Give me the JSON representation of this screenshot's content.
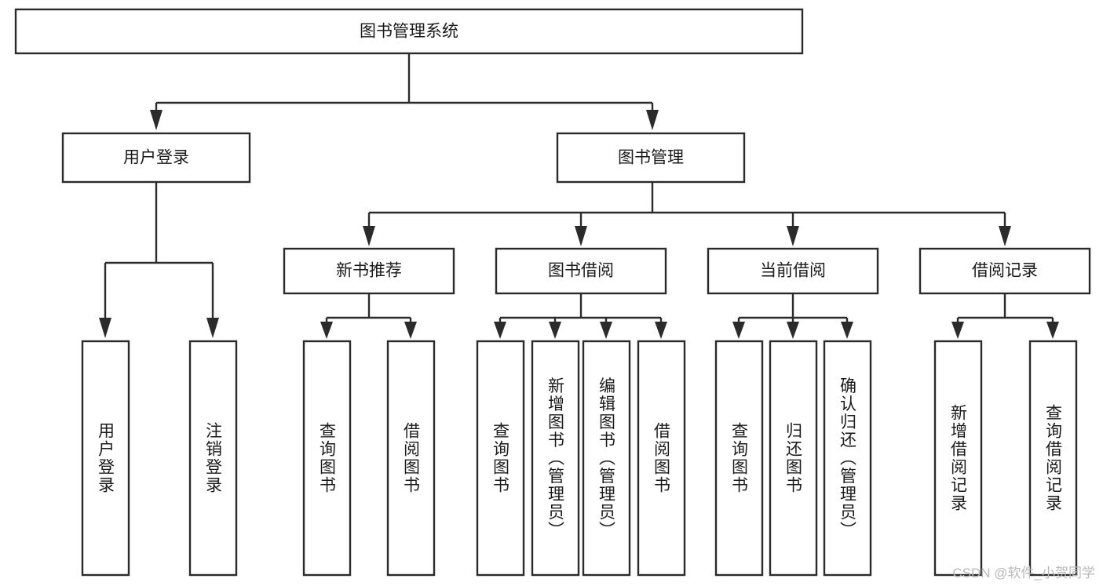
{
  "diagram": {
    "title": "图书管理系统",
    "type": "tree-hierarchy",
    "colors": {
      "box_stroke": "#2b2b2b",
      "box_fill": "#ffffff",
      "connector": "#2b2b2b",
      "text": "#1a1a1a",
      "background": "#ffffff",
      "watermark": "#b9b9b9"
    },
    "root": {
      "label": "图书管理系统"
    },
    "level2": [
      {
        "label": "用户登录"
      },
      {
        "label": "图书管理"
      }
    ],
    "level3": [
      {
        "label": "新书推荐"
      },
      {
        "label": "图书借阅"
      },
      {
        "label": "当前借阅"
      },
      {
        "label": "借阅记录"
      }
    ],
    "leaves": {
      "user_login": [
        {
          "label": "用户登录"
        },
        {
          "label": "注销登录"
        }
      ],
      "new_book_recommend": [
        {
          "label": "查询图书"
        },
        {
          "label": "借阅图书"
        }
      ],
      "book_borrow": [
        {
          "label": "查询图书"
        },
        {
          "label": "新增图书（管理员）"
        },
        {
          "label": "编辑图书（管理员）"
        },
        {
          "label": "借阅图书"
        }
      ],
      "current_borrow": [
        {
          "label": "查询图书"
        },
        {
          "label": "归还图书"
        },
        {
          "label": "确认归还（管理员）"
        }
      ],
      "borrow_record": [
        {
          "label": "新增借阅记录"
        },
        {
          "label": "查询借阅记录"
        }
      ]
    },
    "watermark": "CSDN @软件_小贺同学"
  }
}
